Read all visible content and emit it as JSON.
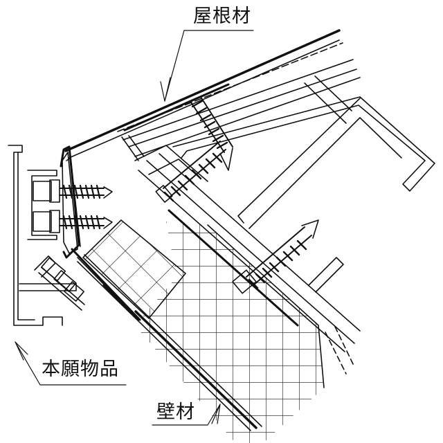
{
  "labels": {
    "roof_material": "屋根材",
    "product": "本願物品",
    "wall_material": "壁材"
  },
  "colors": {
    "line": "#111111",
    "background": "#ffffff"
  }
}
